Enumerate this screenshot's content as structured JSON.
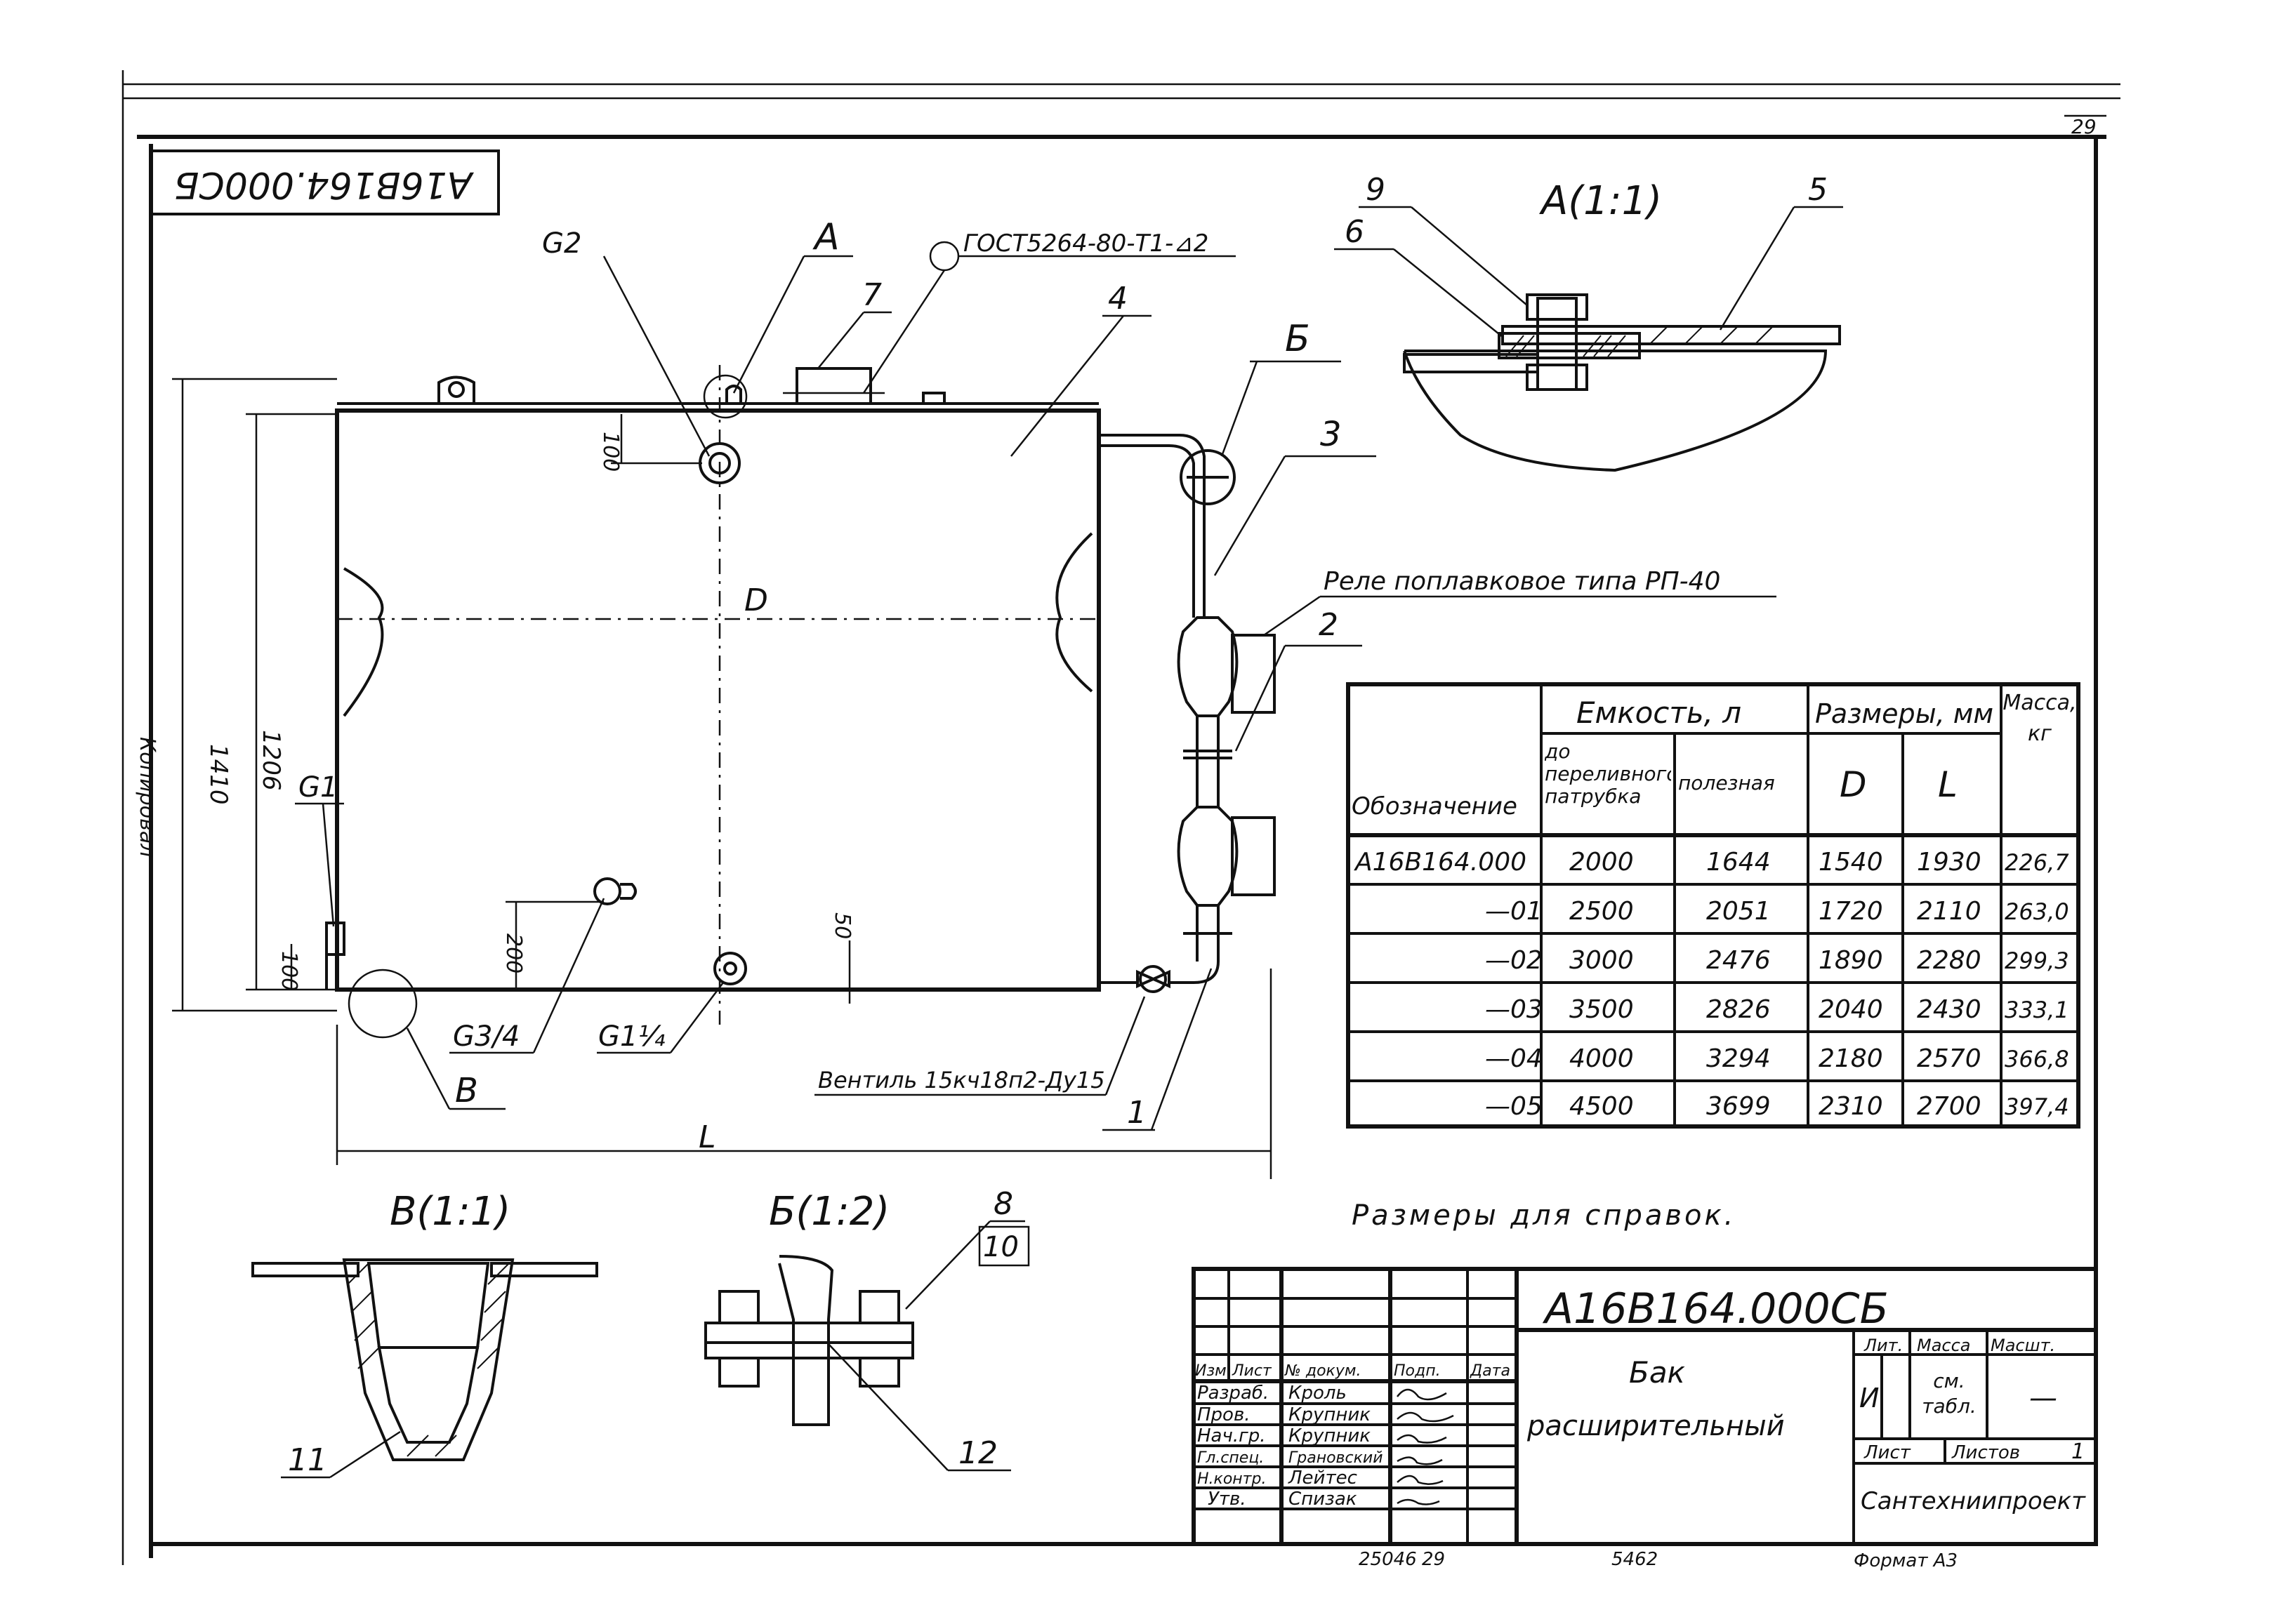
{
  "sheet": {
    "page_number": "29",
    "stamp_code": "А16В164.000СБ",
    "bottom_codes": [
      "25046",
      "29",
      "5462"
    ],
    "format": "Формат А3",
    "side_note": "Копировал"
  },
  "main_view": {
    "labels": {
      "g2": "G2",
      "a_ref": "А",
      "gost": "ГОСТ5264-80-Т1-⊿2",
      "item7": "7",
      "item4": "4",
      "b_ref": "Б",
      "item3": "3",
      "relay": "Реле поплавковое типа РП-40",
      "item2": "2",
      "d_dim": "D",
      "dim_1410": "1410",
      "dim_1206": "1206",
      "g1": "G1",
      "dim_100_top": "100",
      "dim_200": "200",
      "dim_100_bottom": "100",
      "dim_50": "50",
      "g3_4": "G3/4",
      "g1_1_4": "G1¼",
      "valve": "Вентиль 15кч18п2-Ду15",
      "item1": "1",
      "v_ref": "В",
      "l_dim": "L"
    }
  },
  "detail_a": {
    "title": "А(1:1)",
    "item9": "9",
    "item6": "6",
    "item5": "5"
  },
  "detail_v": {
    "title": "В(1:1)",
    "item11": "11"
  },
  "detail_b": {
    "title": "Б(1:2)",
    "item8": "8",
    "item10": "10",
    "item12": "12"
  },
  "spec_table": {
    "header_designation": "Обозначение",
    "header_capacity": "Емкость, л",
    "header_capacity_overflow": "до переливного патрубка",
    "header_capacity_useful": "полезная",
    "header_dimensions": "Размеры, мм",
    "header_d": "D",
    "header_l": "L",
    "header_mass": "Масса, кг",
    "rows": [
      {
        "designation": "А16В164.000",
        "overflow": "2000",
        "useful": "1644",
        "d": "1540",
        "l": "1930",
        "mass": "226,7"
      },
      {
        "designation": "—01",
        "overflow": "2500",
        "useful": "2051",
        "d": "1720",
        "l": "2110",
        "mass": "263,0"
      },
      {
        "designation": "—02",
        "overflow": "3000",
        "useful": "2476",
        "d": "1890",
        "l": "2280",
        "mass": "299,3"
      },
      {
        "designation": "—03",
        "overflow": "3500",
        "useful": "2826",
        "d": "2040",
        "l": "2430",
        "mass": "333,1"
      },
      {
        "designation": "—04",
        "overflow": "4000",
        "useful": "3294",
        "d": "2180",
        "l": "2570",
        "mass": "366,8"
      },
      {
        "designation": "—05",
        "overflow": "4500",
        "useful": "3699",
        "d": "2310",
        "l": "2700",
        "mass": "397,4"
      }
    ]
  },
  "note": "Размеры для справок.",
  "title_block": {
    "code": "А16В164.000СБ",
    "name_line1": "Бак",
    "name_line2": "расширительный",
    "lit": "Лит.",
    "massa": "Масса",
    "masht": "Масшт.",
    "lit_value": "И",
    "mass_value": "см. табл.",
    "scale_value": "—",
    "list": "Лист",
    "listov": "Листов",
    "listov_value": "1",
    "org": "Сантехниипроект",
    "headers": [
      "Изм.",
      "Лист",
      "№ докум.",
      "Подп.",
      "Дата"
    ],
    "roles": [
      {
        "role": "Разраб.",
        "name": "Кроль"
      },
      {
        "role": "Пров.",
        "name": "Крупник"
      },
      {
        "role": "Нач.гр.",
        "name": "Крупник"
      },
      {
        "role": "Гл.спец.",
        "name": "Грановский"
      },
      {
        "role": "Н.контр.",
        "name": "Лейтес"
      },
      {
        "role": "Утв.",
        "name": "Спизак"
      }
    ]
  }
}
